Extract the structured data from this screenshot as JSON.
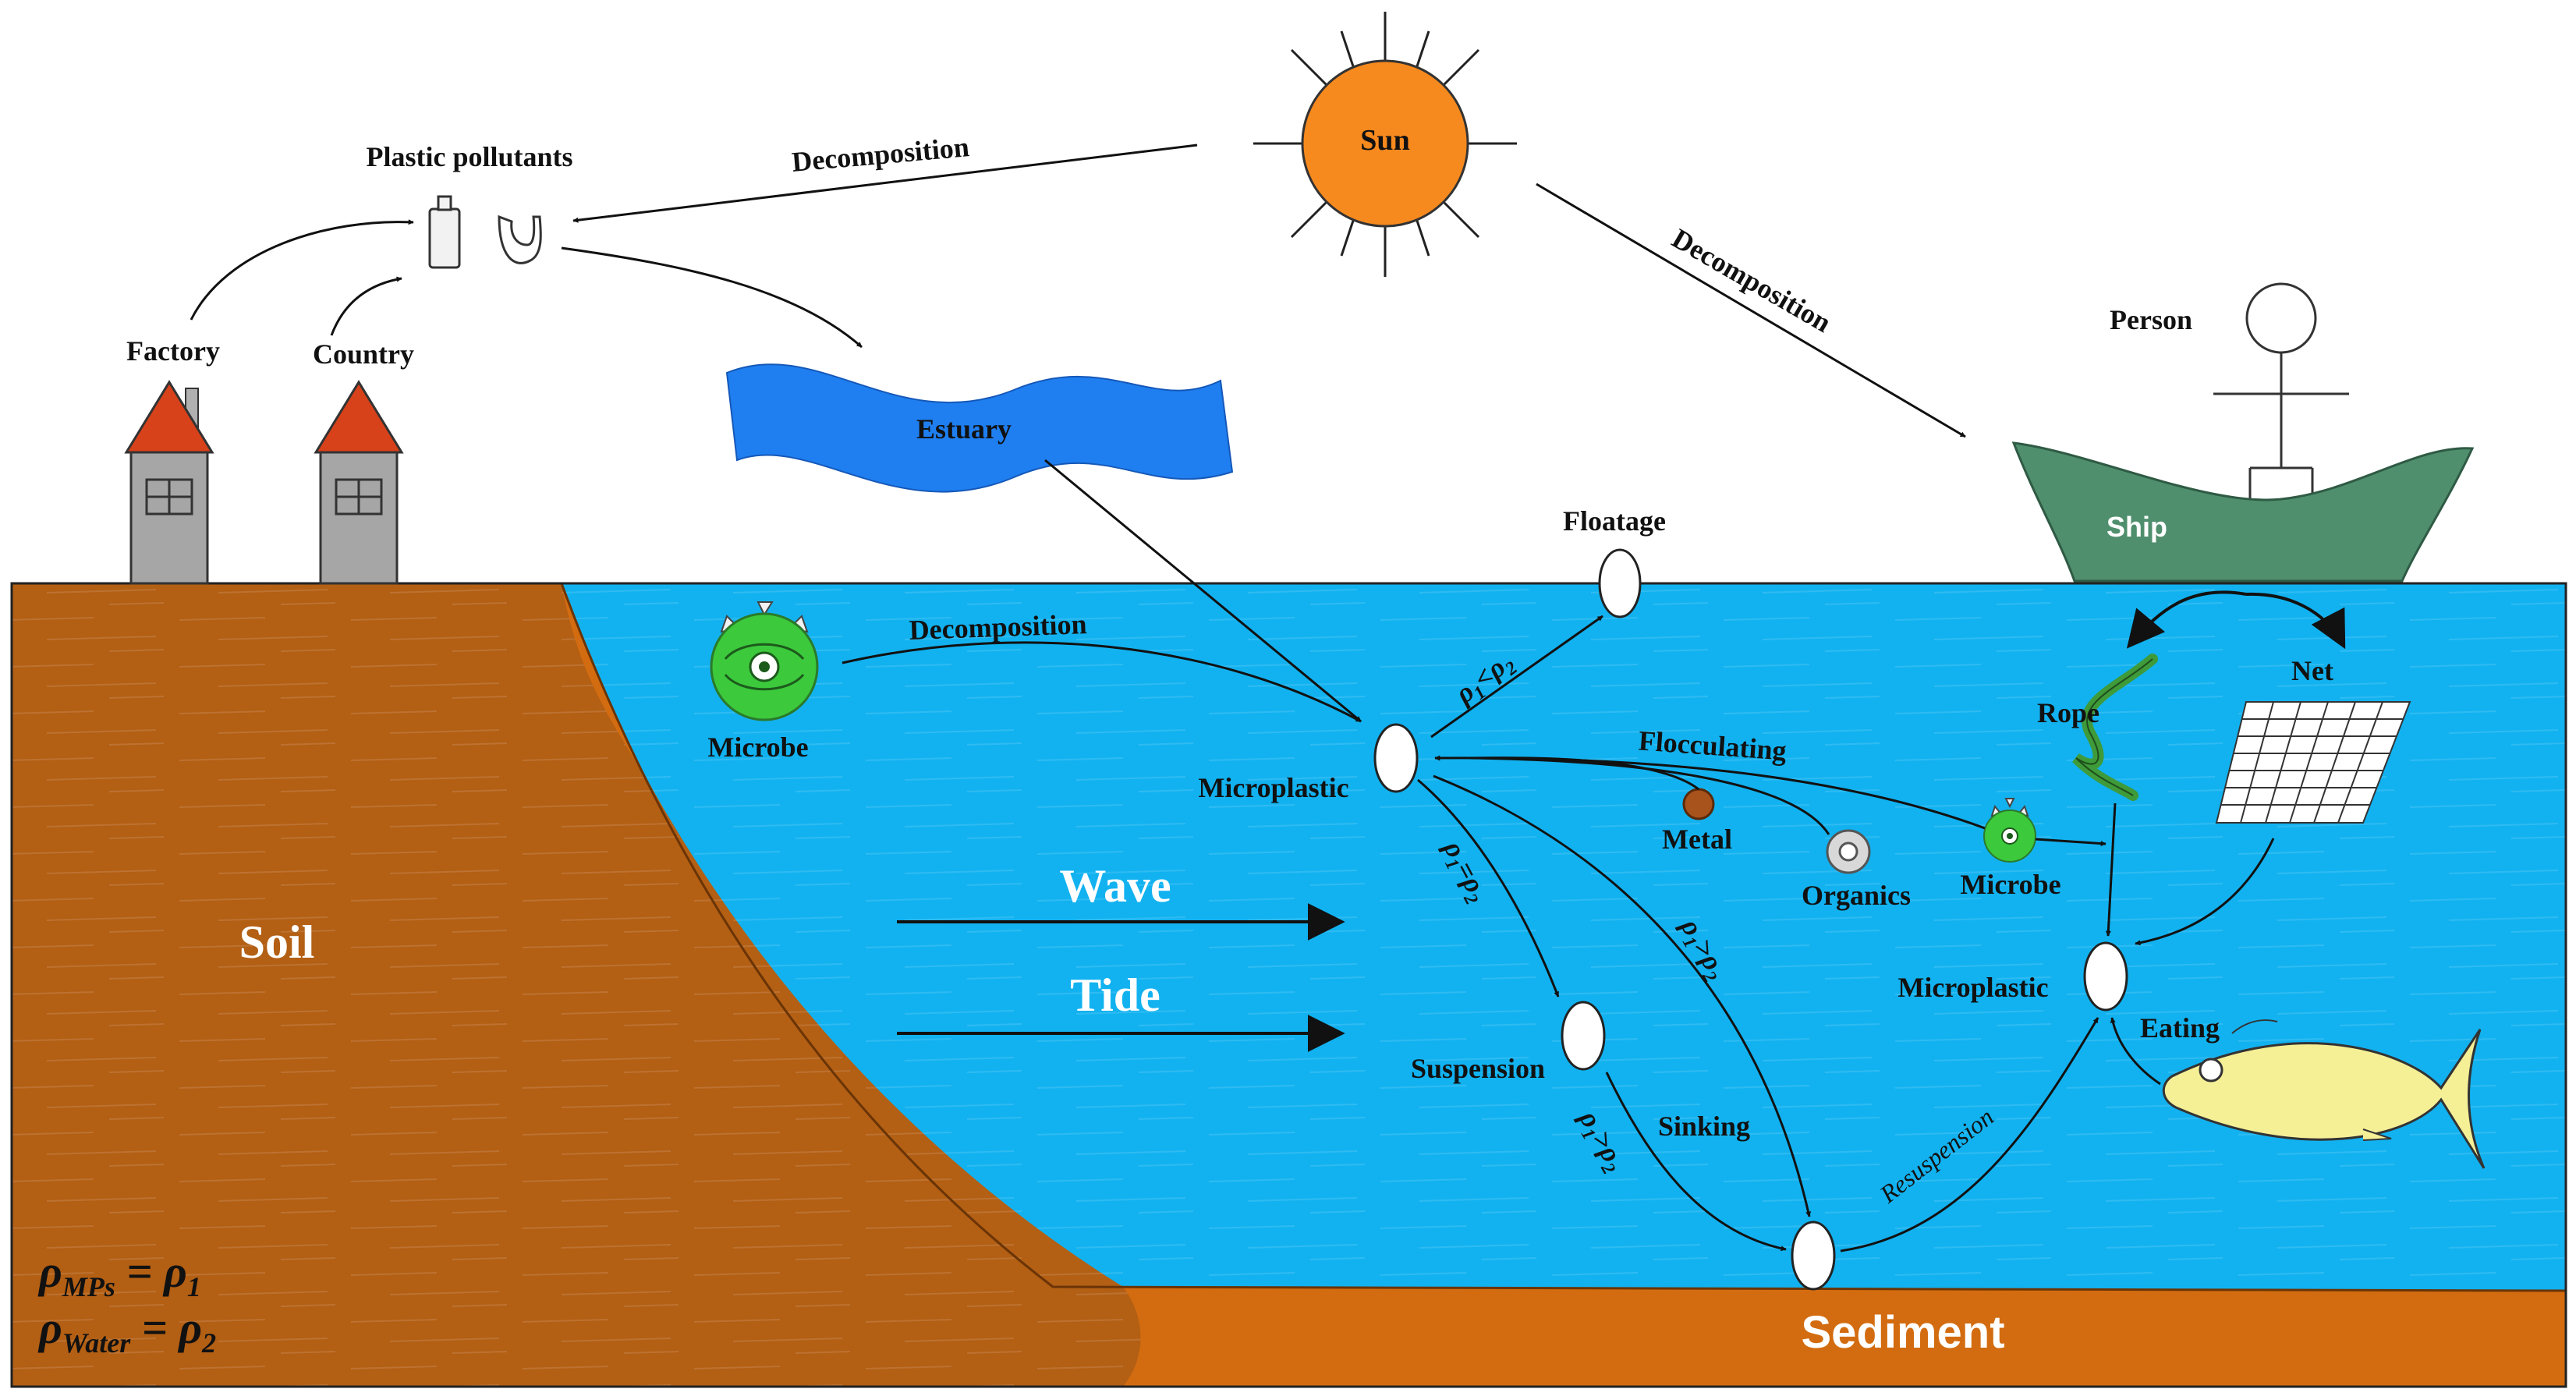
{
  "labels": {
    "plastic_pollutants": "Plastic pollutants",
    "factory": "Factory",
    "country": "Country",
    "sun": "Sun",
    "decomposition_top": "Decomposition",
    "decomposition_diag": "Decomposition",
    "person": "Person",
    "estuary": "Estuary",
    "ship": "Ship",
    "floatage": "Floatage",
    "decomposition_water": "Decomposition",
    "microbe_left": "Microbe",
    "microplastic_center": "Microplastic",
    "flocculating": "Flocculating",
    "metal": "Metal",
    "organics": "Organics",
    "microbe_right": "Microbe",
    "rope": "Rope",
    "net": "Net",
    "soil": "Soil",
    "wave": "Wave",
    "tide": "Tide",
    "suspension": "Suspension",
    "sinking": "Sinking",
    "microplastic_right": "Microplastic",
    "eating": "Eating",
    "resuspension": "Resuspension",
    "sediment": "Sediment"
  },
  "density_relations": {
    "less": {
      "a": "ρ",
      "a_sub": "1",
      "op": "<",
      "b": "ρ",
      "b_sub": "2"
    },
    "equal": {
      "a": "ρ",
      "a_sub": "1",
      "op": "=",
      "b": "ρ",
      "b_sub": "2"
    },
    "greater_a": {
      "a": "ρ",
      "a_sub": "1",
      "op": ">",
      "b": "ρ",
      "b_sub": "2"
    },
    "greater_b": {
      "a": "ρ",
      "a_sub": "1",
      "op": ">",
      "b": "ρ",
      "b_sub": "2"
    }
  },
  "legend": {
    "line1": {
      "sym": "ρ",
      "sub": "MPs",
      "eq": " = ",
      "rhs": "ρ",
      "rhs_sub": "1"
    },
    "line2": {
      "sym": "ρ",
      "sub": "Water",
      "eq": " = ",
      "rhs": "ρ",
      "rhs_sub": "2"
    }
  },
  "colors": {
    "water": "#12b2f0",
    "soil": "#b35f14",
    "sediment": "#d36c10",
    "sun": "#f78a1e",
    "estuary": "#1f7ff0",
    "ship": "#4f8f6e",
    "microbe": "#3cc93c",
    "roof": "#d8421a",
    "house": "#a6a6a6",
    "fish": "#f5ef96",
    "metal": "#a8521c",
    "rope": "#3f9a3a"
  }
}
